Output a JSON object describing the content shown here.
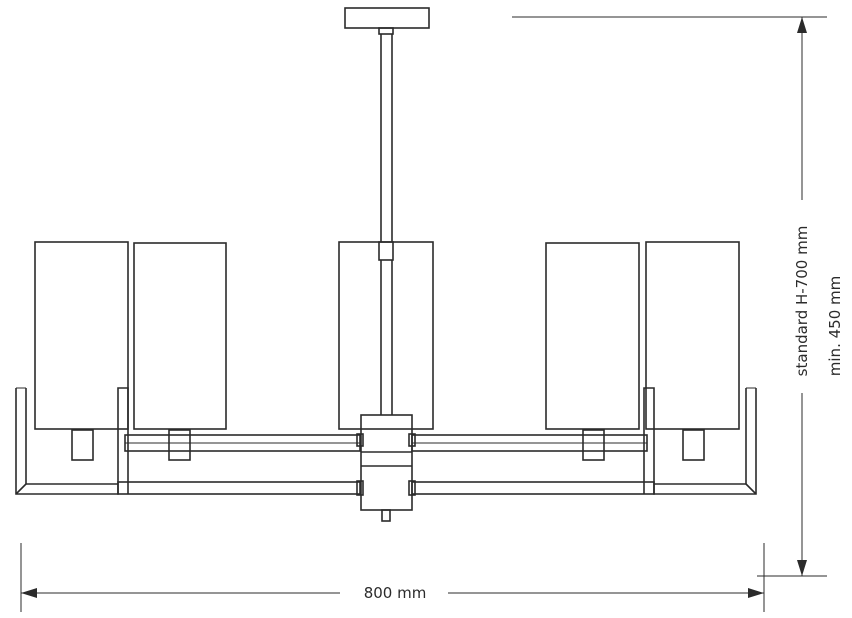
{
  "dimensions": {
    "width_label": "800 mm",
    "height_standard_label": "standard H-700 mm",
    "height_min_label": "min. 450 mm"
  },
  "colors": {
    "line": "#2b2b2b",
    "background": "#ffffff"
  }
}
